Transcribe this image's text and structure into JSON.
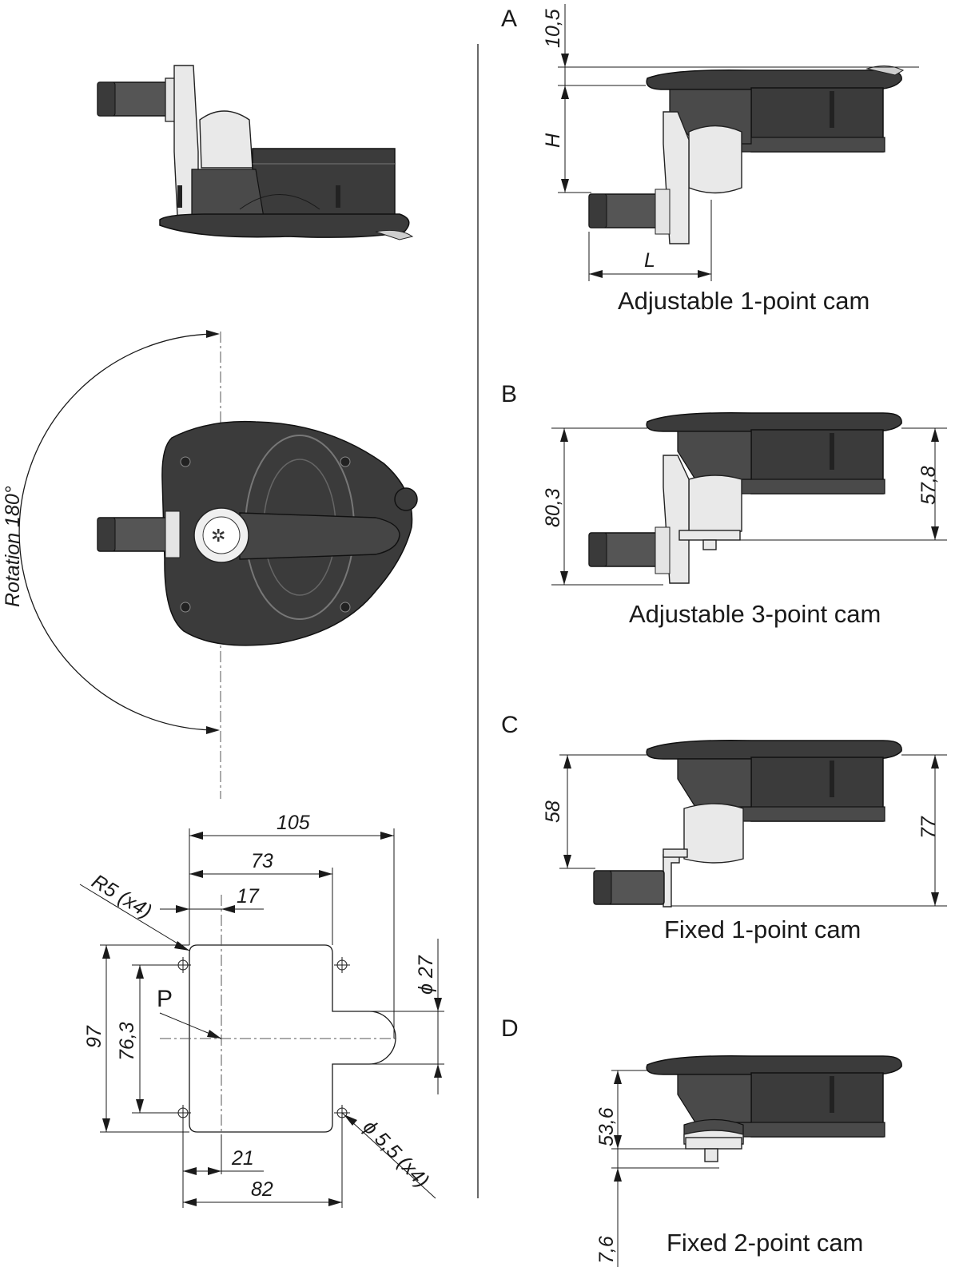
{
  "views": {
    "A": {
      "letter": "A",
      "caption": "Adjustable 1-point cam",
      "dims": {
        "top": "10,5",
        "height": "H",
        "length": "L"
      }
    },
    "B": {
      "letter": "B",
      "caption": "Adjustable 3-point cam",
      "dims": {
        "left": "80,3",
        "right": "57,8"
      }
    },
    "C": {
      "letter": "C",
      "caption": "Fixed 1-point cam",
      "dims": {
        "left": "58",
        "right": "77"
      }
    },
    "D": {
      "letter": "D",
      "caption": "Fixed 2-point cam",
      "dims": {
        "upper": "53,6",
        "lower": "7,6"
      }
    }
  },
  "rotation_label": "Rotation 180°",
  "cutout": {
    "width_total": "105",
    "width_mid": "73",
    "offset_small": "17",
    "corner_radius": "R5 (x4)",
    "diameter_slot": "ϕ 27",
    "height_total": "97",
    "hole_pitch_v": "76,3",
    "point_label": "P",
    "offset_bottom": "21",
    "hole_pitch_h": "82",
    "hole_dia": "ϕ 5,5 (x4)"
  },
  "colors": {
    "ink": "#1a1a1a",
    "body": "#3b3b3b",
    "light_parts": "#e9e9e9"
  }
}
